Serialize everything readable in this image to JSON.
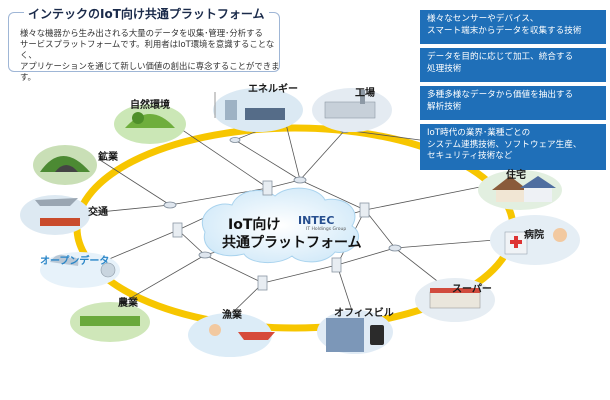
{
  "intro": {
    "title": "インテックのIoT向け共通プラットフォーム",
    "line1": "様々な機器から生み出される大量のデータを収集･管理･分析する",
    "line2": "サービスプラットフォームです。利用者はIoT環境を意識することなく、",
    "line3": "アプリケーションを通じて新しい価値の創出に専念することができます。"
  },
  "features": [
    {
      "line1": "様々なセンサーやデバイス、",
      "line2": "スマート端末からデータを収集する技術"
    },
    {
      "line1": "データを目的に応じて加工、統合する",
      "line2": "処理技術"
    },
    {
      "line1": "多種多様なデータから価値を抽出する",
      "line2": "解析技術"
    },
    {
      "line1": "IoT時代の業界･業種ごとの",
      "line2": "システム連携技術、ソフトウェア生産、",
      "line3": "セキュリティ技術など"
    }
  ],
  "center": {
    "line1": "IoT向け",
    "line2": "共通プラットフォーム",
    "logo": "INTEC",
    "logo_sub": "IT Holdings Group"
  },
  "nodes": {
    "energy": "エネルギー",
    "factory": "工場",
    "nature": "自然環境",
    "mining": "鉱業",
    "transport": "交通",
    "opendata": "オープンデータ",
    "agriculture": "農業",
    "fishery": "漁業",
    "office": "オフィスビル",
    "supermarket": "スーパー",
    "hospital": "病院",
    "housing": "住宅"
  },
  "colors": {
    "ring": "#f7c600",
    "feature_bg": "#1f6fb8",
    "cloud": "#d9eefb",
    "accent_blue": "#2a86c8"
  }
}
